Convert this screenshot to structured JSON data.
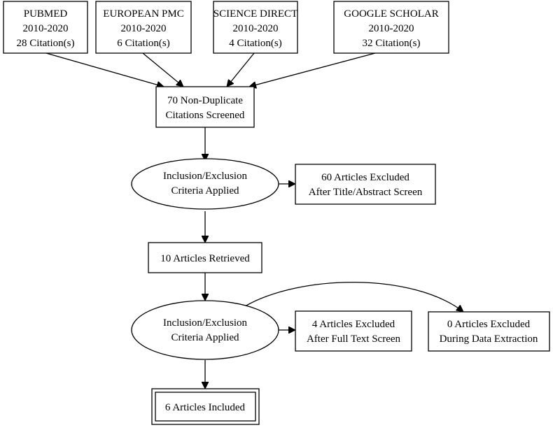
{
  "sources": [
    {
      "name": "PUBMED",
      "years": "2010-2020",
      "citations": "28 Citation(s)"
    },
    {
      "name": "EUROPEAN PMC",
      "years": "2010-2020",
      "citations": "6 Citation(s)"
    },
    {
      "name": "SCIENCE DIRECT",
      "years": "2010-2020",
      "citations": "4 Citation(s)"
    },
    {
      "name": "GOOGLE SCHOLAR",
      "years": "2010-2020",
      "citations": "32 Citation(s)"
    }
  ],
  "screened": {
    "line1": "70 Non-Duplicate",
    "line2": "Citations Screened"
  },
  "criteria1": {
    "line1": "Inclusion/Exclusion",
    "line2": "Criteria Applied"
  },
  "excluded1": {
    "line1": "60 Articles Excluded",
    "line2": "After Title/Abstract Screen"
  },
  "retrieved": {
    "label": "10 Articles Retrieved"
  },
  "criteria2": {
    "line1": "Inclusion/Exclusion",
    "line2": "Criteria Applied"
  },
  "excluded2": {
    "line1": "4 Articles Excluded",
    "line2": "After Full Text Screen"
  },
  "excluded3": {
    "line1": "0 Articles Excluded",
    "line2": "During Data Extraction"
  },
  "included": {
    "label": "6 Articles Included"
  }
}
